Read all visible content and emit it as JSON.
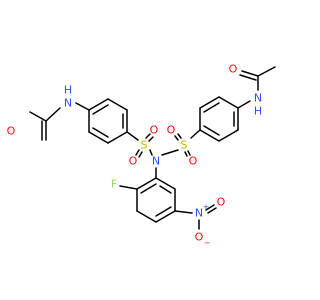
{
  "colors": {
    "bond": "#000000",
    "O": "#ff0d0d",
    "N": "#3050f8",
    "S": "#c8b400",
    "F": "#90e050",
    "bg": "#ffffff"
  },
  "atoms": {
    "o_acetyl_left": "O",
    "n_amide_left": "N",
    "h_amide_left": "H",
    "s_left": "S",
    "o_s_left_up": "O",
    "o_s_left_down": "O",
    "n_central": "N",
    "s_right": "S",
    "o_s_right_up": "O",
    "o_s_right_down": "O",
    "o_acetyl_right": "O",
    "n_amide_right": "N",
    "h_amide_right": "H",
    "f_fluoro": "F",
    "n_nitro": "N",
    "n_nitro_charge": "+",
    "o_nitro_top": "O",
    "o_nitro_bottom": "O",
    "o_nitro_charge": "−"
  }
}
